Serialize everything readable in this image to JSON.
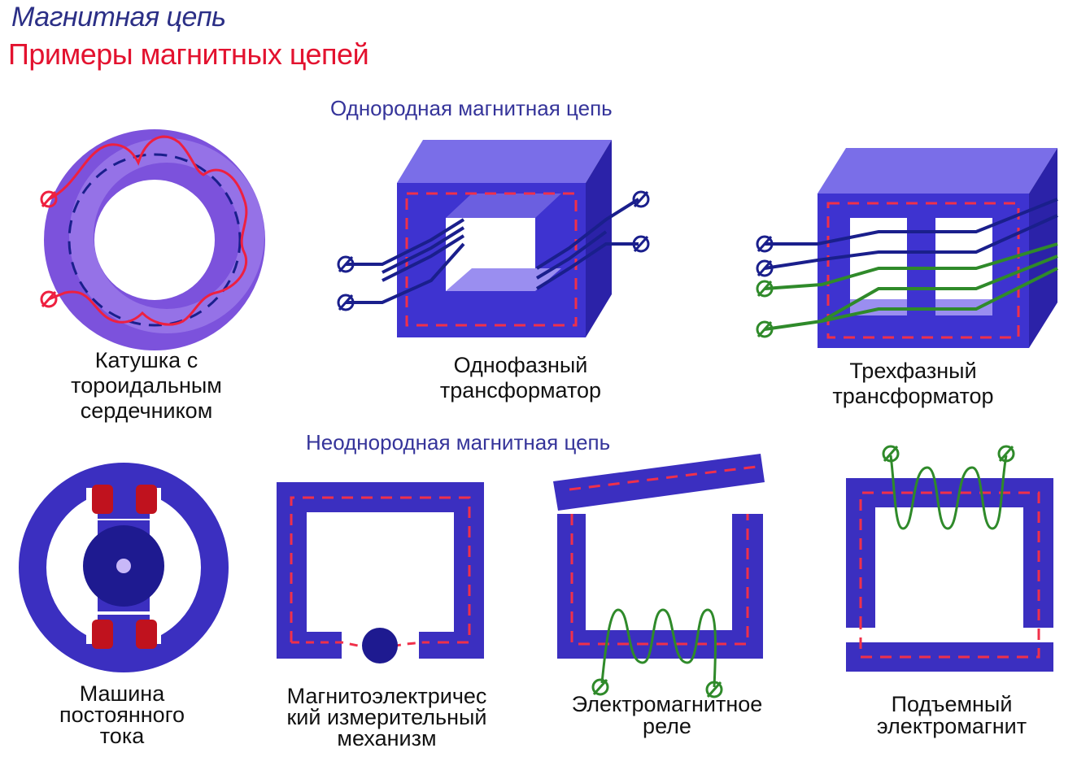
{
  "header": {
    "title": "Магнитная цепь",
    "subtitle": "Примеры магнитных цепей"
  },
  "sections": {
    "homogeneous": "Однородная магнитная цепь",
    "inhomogeneous": "Неоднородная магнитная цепь"
  },
  "captions": {
    "toroid": [
      "Катушка с",
      "тороидальным",
      "сердечником"
    ],
    "single_phase": [
      "Однофазный",
      "трансформатор"
    ],
    "three_phase": [
      "Трехфазный",
      "трансформатор"
    ],
    "dc_machine": [
      "Машина",
      "постоянного",
      "тока"
    ],
    "magnetoelectric": [
      "Магнитоэлектричес",
      "кий измерительный",
      "механизм"
    ],
    "relay": [
      "Электромагнитное",
      "реле"
    ],
    "lifting": [
      "Подъемный",
      "электромагнит"
    ]
  },
  "colors": {
    "core": "#3b2fc0",
    "core_light": "#8a5ce8",
    "flux": "#f0304a",
    "wire_red": "#ee2040",
    "wire_blue": "#1a1f8c",
    "wire_green": "#2f8a2a"
  }
}
